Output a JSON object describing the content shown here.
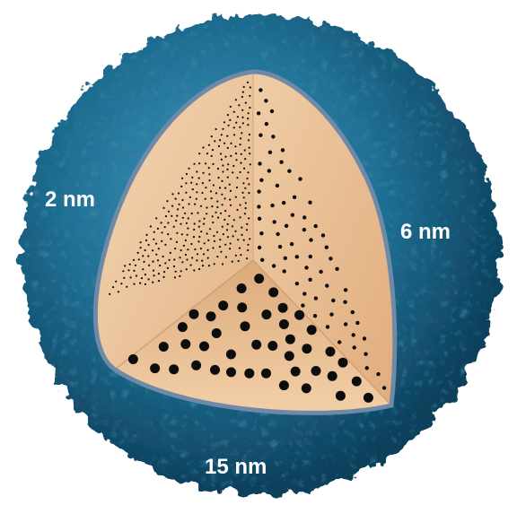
{
  "labels": {
    "small_pore": "2 nm",
    "medium_pore": "6 nm",
    "large_pore": "15 nm"
  },
  "colors": {
    "shell": "#1f6e93",
    "shell_dark": "#0c3f5a",
    "shell_light": "#3f96bd",
    "interior_light": "#f2d2ae",
    "interior_mid": "#e6b98c",
    "interior_dark": "#c9966a",
    "rim": "#6e8aa6",
    "dot": "#0d0d0d",
    "label": "#ffffff"
  },
  "icons": {
    "particle": "mesoporous-nanoparticle-cutaway",
    "pore_dot": "pore-dot"
  }
}
